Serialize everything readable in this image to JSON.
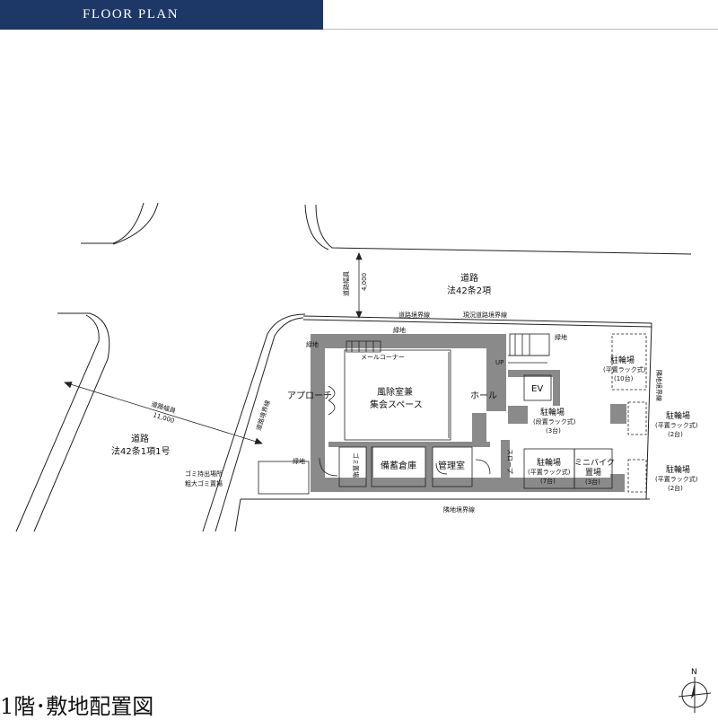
{
  "header": {
    "title": "FLOOR PLAN",
    "accent_color": "#1d3766"
  },
  "caption": "1階･敷地配置図",
  "compass": {
    "label": "N",
    "icon": "north-arrow-icon"
  },
  "plan": {
    "roads": {
      "north": {
        "name": "道路",
        "legal": "法42条2項",
        "width_label": "道路幅員",
        "width_value": "4,000"
      },
      "west": {
        "name": "道路",
        "legal": "法42条1項1号",
        "width_label": "道路幅員",
        "width_value": "11,000"
      }
    },
    "boundaries": {
      "road_boundary": "道路境界線",
      "current_road_boundary": "現況道路境界線",
      "road_boundary_west": "道路境界線",
      "adjacent_boundary_south": "隣地境界線",
      "adjacent_boundary_east": "隣地境界線"
    },
    "greenery": "緑地",
    "rooms": {
      "mail_corner": "メールコーナー",
      "approach": "アプローチ",
      "lobby_line1": "風除室兼",
      "lobby_line2": "集会スペース",
      "hall": "ホール",
      "ev": "EV",
      "garbage": "ゴミ置場",
      "storage": "備蓄倉庫",
      "office": "管理室",
      "slope": "スロープ",
      "up": "UP",
      "garbage_pickup_line1": "ゴミ持出場所",
      "garbage_pickup_line2": "粗大ゴミ置場"
    },
    "bikes": [
      {
        "name": "駐輪場",
        "type": "(平置ラック式)",
        "count": "(10台)"
      },
      {
        "name": "駐輪場",
        "type": "(段置ラック式)",
        "count": "(3台)"
      },
      {
        "name": "駐輪場",
        "type": "(平置ラック式)",
        "count": "(2台)"
      },
      {
        "name": "駐輪場",
        "type": "(平置ラック式)",
        "count": "(7台)"
      },
      {
        "name": "ミニバイク置場",
        "name_line1": "ミニバイク",
        "name_line2": "置場",
        "count": "(3台)"
      },
      {
        "name": "駐輪場",
        "type": "(平置ラック式)",
        "count": "(2台)"
      }
    ]
  }
}
